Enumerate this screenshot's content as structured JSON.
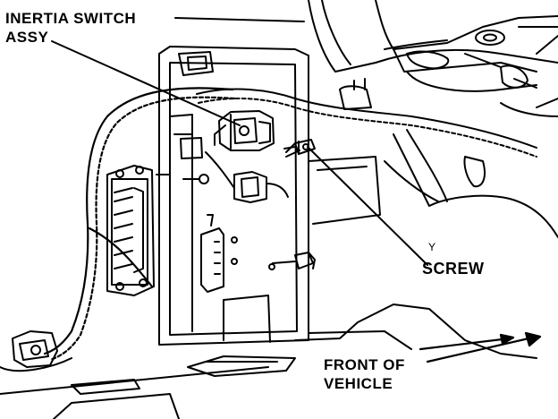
{
  "labels": {
    "inertia_switch_line1": "INERTIA SWITCH",
    "inertia_switch_line2": "ASSY",
    "screw": "SCREW",
    "front_of_vehicle_line1": "FRONT OF",
    "front_of_vehicle_line2": "VEHICLE",
    "small_mark": "Y"
  },
  "colors": {
    "ink": "#000000",
    "paper": "#ffffff"
  }
}
